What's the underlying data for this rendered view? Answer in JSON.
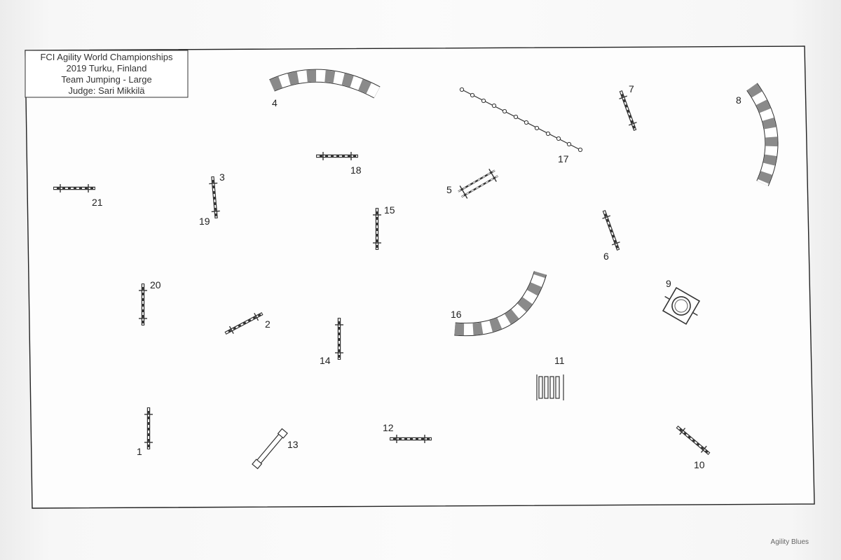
{
  "header": {
    "line1": "FCI Agility World Championships",
    "line2": "2019 Turku, Finland",
    "line3": "Team Jumping - Large",
    "line4": "Judge: Sari Mikkilä"
  },
  "obstacle_numbers": [
    "1",
    "2",
    "3",
    "4",
    "5",
    "6",
    "7",
    "8",
    "9",
    "10",
    "11",
    "12",
    "13",
    "14",
    "15",
    "16",
    "17",
    "18",
    "19",
    "20",
    "21"
  ],
  "watermark": "Agility Blues",
  "colors": {
    "line": "#333333",
    "tunnel_dark": "#8a8a8a",
    "tunnel_light": "#ffffff"
  }
}
